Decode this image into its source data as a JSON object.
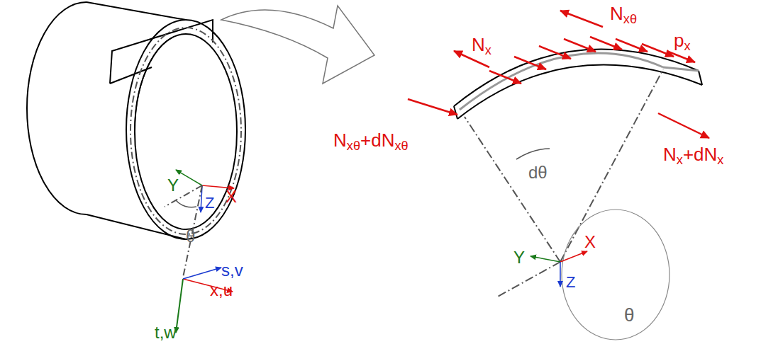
{
  "diagram": {
    "labels": [
      "Y",
      "X",
      "Z",
      "θ",
      "s,v",
      "x,u",
      "t,w",
      "Nx",
      "Nxθ",
      "px",
      "Nxθ+dNxθ",
      "Nx+dNx",
      "dθ",
      "Y",
      "X",
      "Z",
      "θ"
    ]
  }
}
